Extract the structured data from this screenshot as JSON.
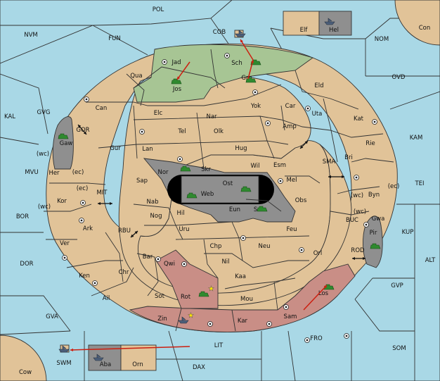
{
  "colors": {
    "sea": "#a9d8e6",
    "land": "#e1c398",
    "green_power": "#a7c594",
    "gray_power": "#8f8f8f",
    "red_power": "#c98e86",
    "arrow": "#cc1f10",
    "unit": "#2f8a2f",
    "fleet": "#4c5f7a",
    "dislodge": "#ffe600"
  },
  "seas": [
    "POL",
    "NVM",
    "FUN",
    "COB",
    "NOM",
    "Con",
    "OVD",
    "KAL",
    "GVG",
    "KAM",
    "MVU",
    "TEI",
    "BOR",
    "KUP",
    "ALT",
    "DOR",
    "GVP",
    "GVA",
    "FRO",
    "SOM",
    "LIT",
    "DAX",
    "Cow"
  ],
  "seas_inner": [
    "GOR",
    "MIT",
    "RBU",
    "SMA",
    "BUC",
    "ROD"
  ],
  "coasts": [
    "(wc)",
    "(ec)",
    "(ec)",
    "(wc)",
    "(wc)",
    "(ec)",
    "(wc)"
  ],
  "lands": [
    "Jad",
    "Sch",
    "Qua",
    "Jos",
    "Grh",
    "Can",
    "Eld",
    "Elc",
    "Nar",
    "Yok",
    "Car",
    "Tel",
    "Olk",
    "Uta",
    "Kat",
    "Amp",
    "Gaw",
    "Gur",
    "Lan",
    "Hug",
    "Rie",
    "Her",
    "Nor",
    "Wil",
    "Esm",
    "Bri",
    "Skr",
    "Ost",
    "Sap",
    "Web",
    "Mel",
    "Kor",
    "Byn",
    "Nab",
    "Obs",
    "Eun",
    "Sun",
    "Hil",
    "Gwa",
    "Nog",
    "Ark",
    "Uru",
    "Feu",
    "Pir",
    "Ver",
    "Chp",
    "Neu",
    "Bar",
    "Nil",
    "Orl",
    "Qwi",
    "Ken",
    "Chr",
    "Kaa",
    "Rot",
    "Los",
    "Ail",
    "Sot",
    "Mou",
    "Zin",
    "Kar",
    "Sam",
    "Elf",
    "Hel",
    "Aba",
    "Orn",
    "SWM"
  ]
}
